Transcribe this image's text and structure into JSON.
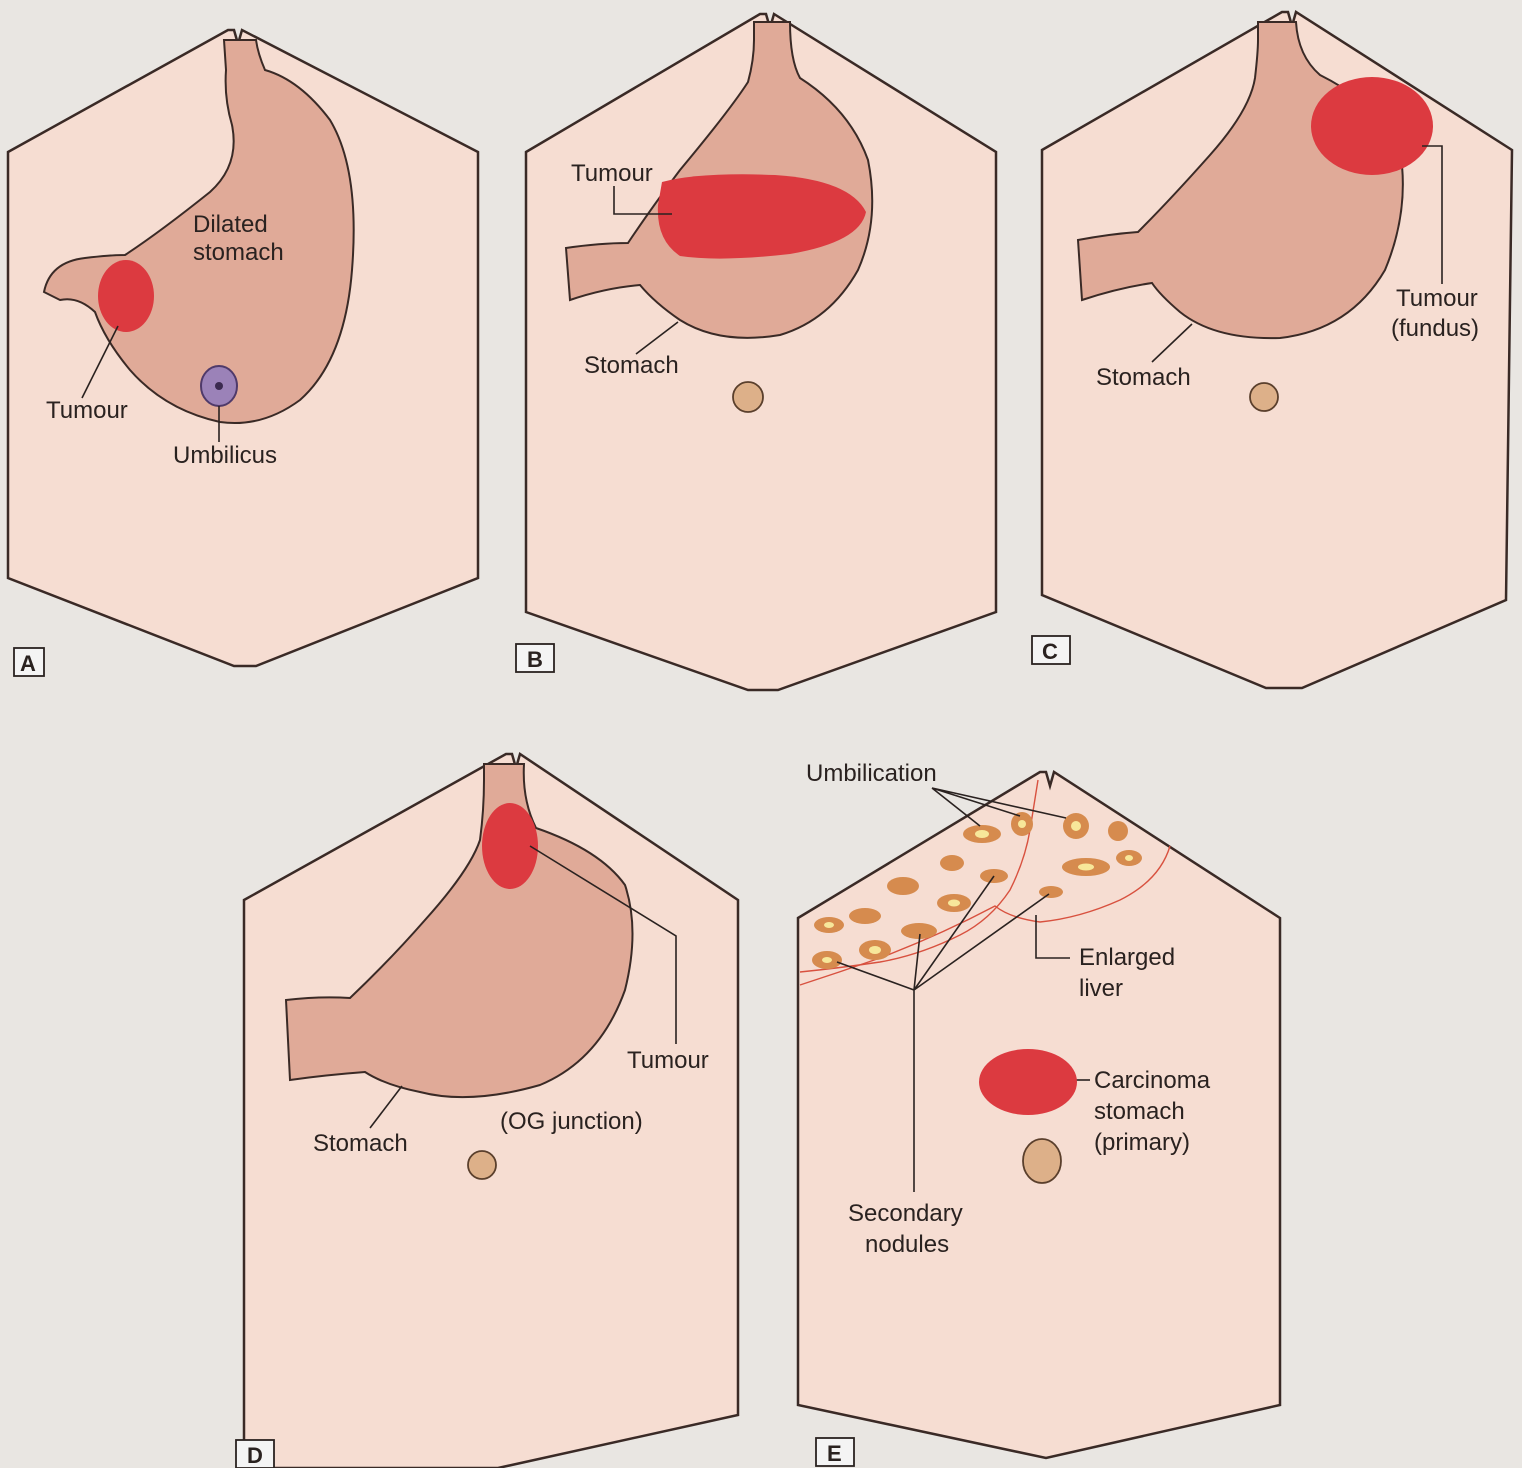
{
  "panels": {
    "a": {
      "letter": "A",
      "dilated": "Dilated",
      "stomach_word": "stomach",
      "tumour": "Tumour",
      "umbilicus": "Umbilicus"
    },
    "b": {
      "letter": "B",
      "tumour": "Tumour",
      "stomach": "Stomach"
    },
    "c": {
      "letter": "C",
      "tumour": "Tumour",
      "fundus": "(fundus)",
      "stomach": "Stomach"
    },
    "d": {
      "letter": "D",
      "tumour": "Tumour",
      "og_junction": "(OG junction)",
      "stomach": "Stomach"
    },
    "e": {
      "letter": "E",
      "umbilication": "Umbilication",
      "enlarged": "Enlarged",
      "liver": "liver",
      "carcinoma": "Carcinoma",
      "stomach_word": "stomach",
      "primary": "(primary)",
      "secondary": "Secondary",
      "nodules": "nodules"
    }
  },
  "colors": {
    "torso": "#f6ddd2",
    "stomach": "#e0aa98",
    "tumour": "#dc3a40",
    "umbilicus_a": "#9b82b8",
    "nodule": "#d68b4e",
    "liver_edge": "#d8513f"
  }
}
